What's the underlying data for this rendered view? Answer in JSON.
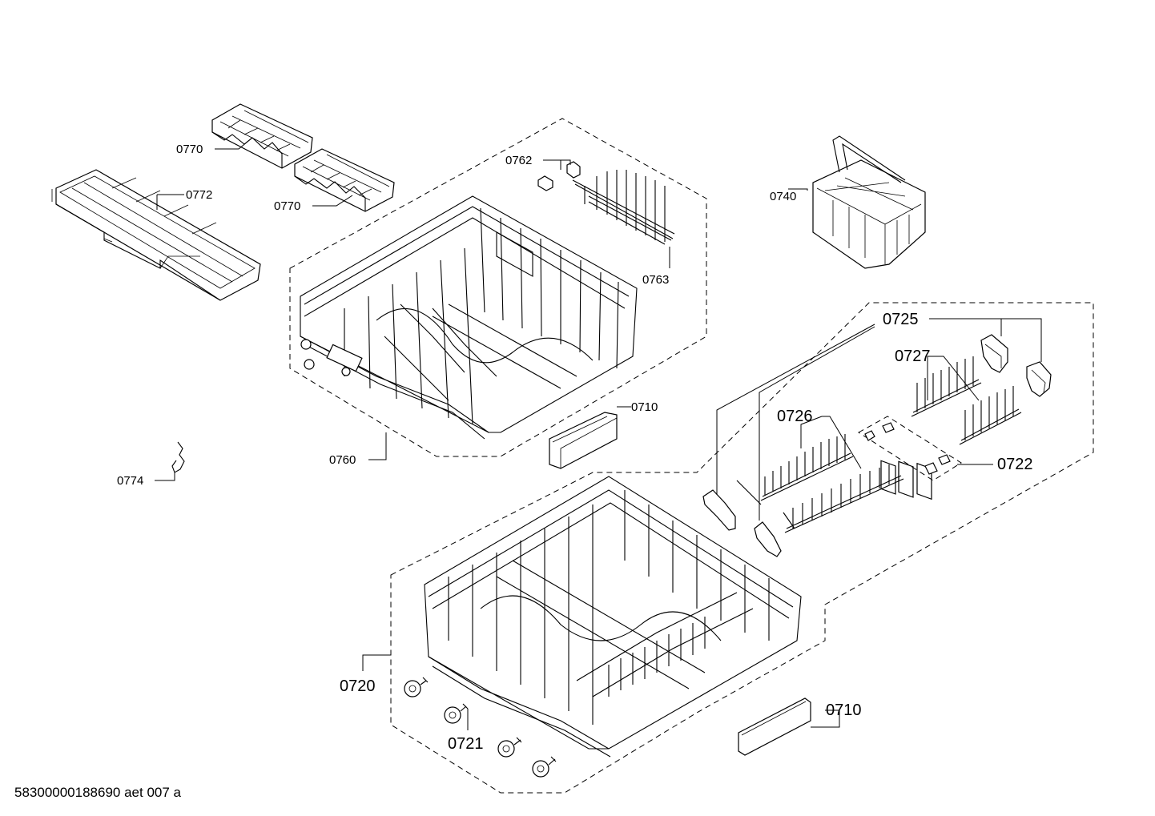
{
  "labels": {
    "l0770a": "0770",
    "l0770b": "0770",
    "l0772": "0772",
    "l0762": "0762",
    "l0763": "0763",
    "l0760": "0760",
    "l0710a": "0710",
    "l0774": "0774",
    "l0740": "0740",
    "l0725": "0725",
    "l0727": "0727",
    "l0726": "0726",
    "l0722": "0722",
    "l0720": "0720",
    "l0721": "0721",
    "l0710b": "0710"
  },
  "footer": {
    "code": "58300000188690 aet 007 a"
  }
}
